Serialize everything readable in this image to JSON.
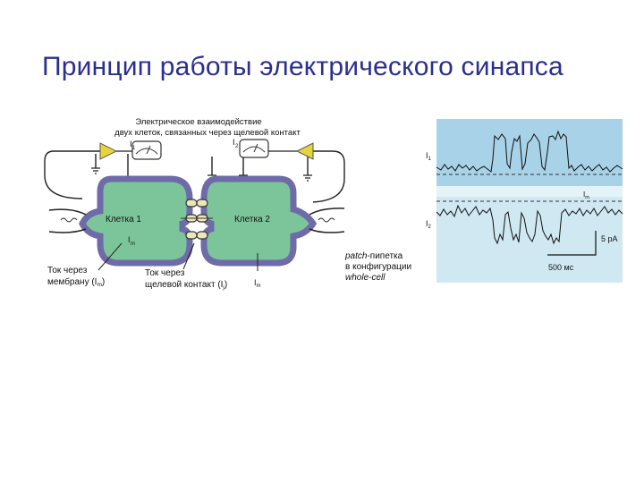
{
  "slide": {
    "title": "Принцип работы электрического синапса"
  },
  "diagram": {
    "caption_line1": "Электрическое взаимодействие",
    "caption_line2": "двух клеток, связанных через щелевой контакт",
    "amp_label_1": "I",
    "amp_sub_1": "1",
    "amp_label_2": "I",
    "amp_sub_2": "2",
    "cell1_label": "Клетка 1",
    "cell2_label": "Клетка 2",
    "im_label": "I",
    "im_sub": "m",
    "membrane_current_line1": "Ток через",
    "membrane_current_line2": "мембрану (I",
    "membrane_current_sub": "m",
    "membrane_current_close": ")",
    "gap_current_line1": "Ток через",
    "gap_current_line2": "щелевой контакт (I",
    "gap_current_sub": "j",
    "gap_current_close": ")",
    "im_bottom": "I",
    "im_bottom_sub": "m",
    "patch_italic": "patch",
    "patch_line1_rest": "-пипетка",
    "patch_line2": "в конфигурации",
    "patch_line3": "whole-cell"
  },
  "recording": {
    "trace1_label": "I",
    "trace1_sub": "1",
    "trace2_label": "I",
    "trace2_sub": "2",
    "im_label": "I",
    "im_sub": "m",
    "scale_current": "5 pA",
    "scale_time": "500 мс"
  },
  "colors": {
    "title": "#2b2f8f",
    "cell_fill": "#7cc49a",
    "membrane": "#6f6aa8",
    "amplifier": "#e8d33a",
    "trace_bg_top": "#a7d2e8",
    "trace_bg_bottom": "#cfe8f2",
    "trace_band": "#e4f3f8"
  }
}
